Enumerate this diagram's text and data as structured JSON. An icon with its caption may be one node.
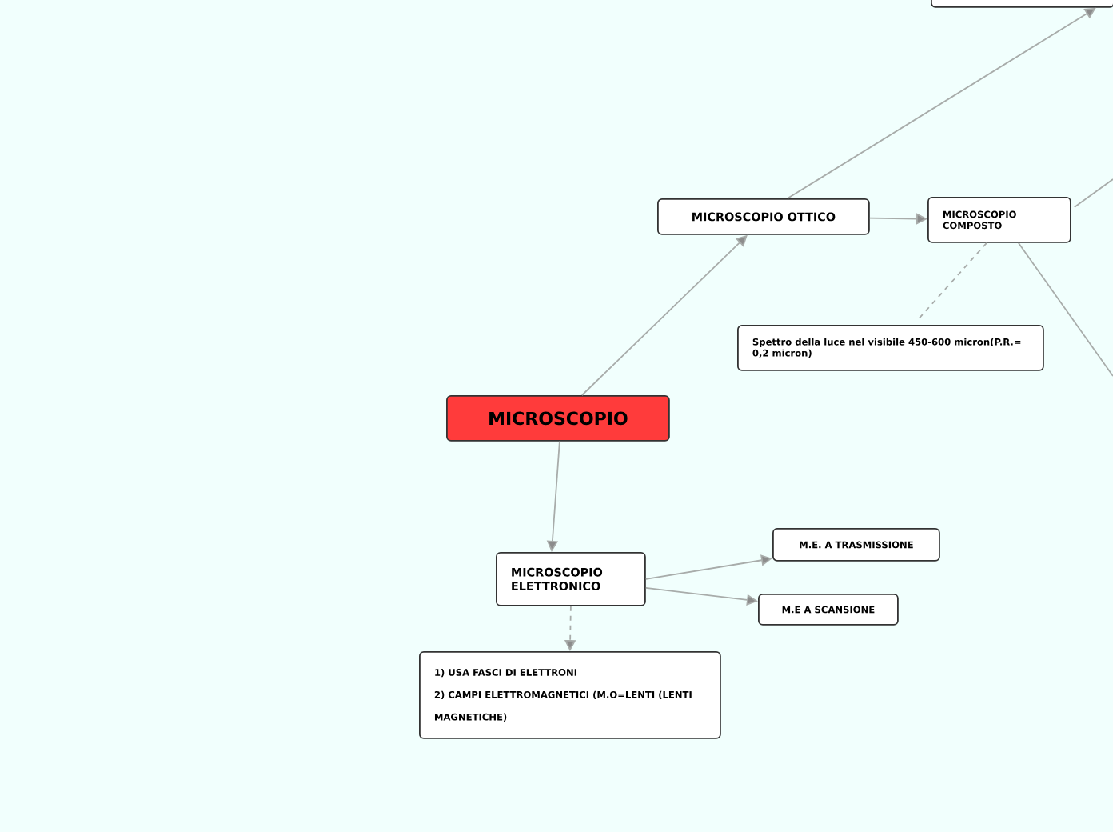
{
  "diagram": {
    "nodes": [
      {
        "text": [
          "MICROSCOPIO"
        ]
      },
      {
        "text": [
          "MICROSCOPIO OTTICO"
        ]
      },
      {
        "text": [],
        "shape": "box"
      },
      {
        "text": [
          "MICROSCOPIO COMPOSTO"
        ]
      },
      {
        "text": [
          "Spettro della luce nel visibile 450-600 micron(P.R.= 0,2 micron)"
        ]
      },
      {
        "text": [
          "MICROSCOPIO ELETTRONICO"
        ]
      },
      {
        "text": [
          "M.E. A TRASMISSIONE"
        ]
      },
      {
        "text": [
          "M.E A SCANSIONE"
        ]
      },
      {
        "text": [
          "1) USA FASCI DI ELETTRONI",
          "2) CAMPI ELETTROMAGNETICI (M.O=LENTI (LENTI MAGNETICHE)"
        ]
      }
    ],
    "edges": [
      {
        "from": 0,
        "to": 1,
        "arrow": "to"
      },
      {
        "from": 1,
        "to": 2,
        "arrow": "to"
      },
      {
        "from": 1,
        "to": 3,
        "arrow": "to"
      },
      {
        "from": 3,
        "to": null,
        "arrow": "none"
      },
      {
        "from": 3,
        "to": null,
        "arrow": "none"
      },
      {
        "from": 3,
        "to": 4,
        "arrow": "none",
        "style": "dashed"
      },
      {
        "from": 0,
        "to": 5,
        "arrow": "to"
      },
      {
        "from": 5,
        "to": 6,
        "arrow": "to"
      },
      {
        "from": 5,
        "to": 7,
        "arrow": "to"
      },
      {
        "from": 5,
        "to": 8,
        "arrow": "to",
        "style": "dashed"
      }
    ]
  }
}
